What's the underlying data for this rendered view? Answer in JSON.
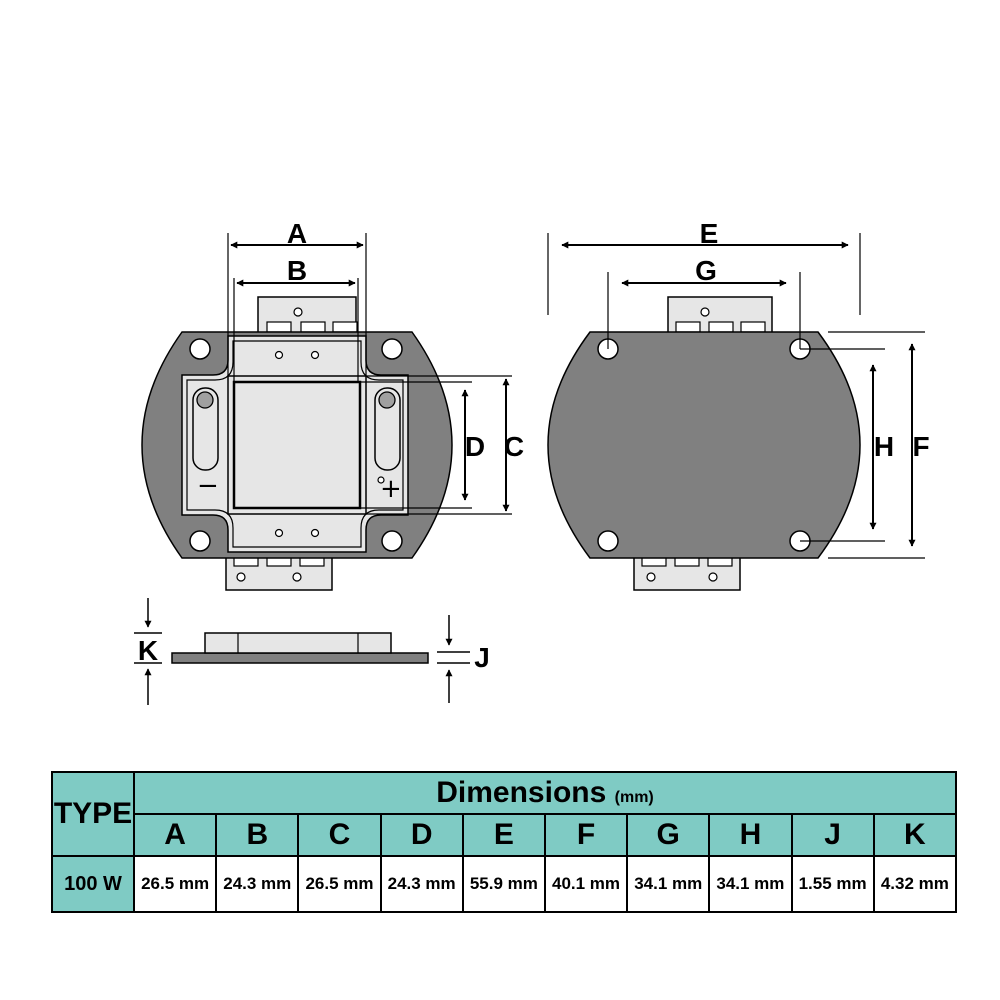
{
  "labels": {
    "A": "A",
    "B": "B",
    "C": "C",
    "D": "D",
    "E": "E",
    "F": "F",
    "G": "G",
    "H": "H",
    "J": "J",
    "K": "K",
    "minus": "−",
    "plus": "+"
  },
  "table": {
    "type_header": "TYPE",
    "dims_title": "Dimensions",
    "dims_unit": "(mm)",
    "columns": [
      "A",
      "B",
      "C",
      "D",
      "E",
      "F",
      "G",
      "H",
      "J",
      "K"
    ],
    "rows": [
      {
        "type": "100 W",
        "values": [
          "26.5 mm",
          "24.3 mm",
          "26.5 mm",
          "24.3 mm",
          "55.9 mm",
          "40.1 mm",
          "34.1 mm",
          "34.1 mm",
          "1.55 mm",
          "4.32 mm"
        ]
      }
    ]
  },
  "colors": {
    "board_gray": "#808080",
    "frame_light": "#e6e6e6",
    "table_teal": "#7fcbc4"
  }
}
